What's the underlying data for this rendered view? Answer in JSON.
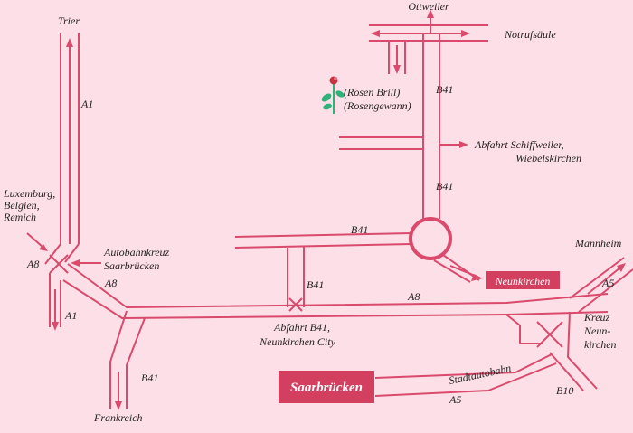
{
  "colors": {
    "background": "#fddfe8",
    "road": "#d94a6c",
    "city_box": "#d23f5f",
    "city_text": "#ffffff",
    "text": "#222222",
    "rose": "#c8323f",
    "leaf": "#2fb27a"
  },
  "places": {
    "ottweiler": "Ottweiler",
    "notrufsaeule": "Notrufsäule",
    "trier": "Trier",
    "rosen_brill_1": "(Rosen Brill)",
    "rosen_brill_2": "(Rosengewann)",
    "abfahrt_schiff_1": "Abfahrt Schiffweiler,",
    "abfahrt_schiff_2": "Wiebelskirchen",
    "luxemburg_1": "Luxemburg,",
    "luxemburg_2": "Belgien,",
    "luxemburg_3": "Remich",
    "autobahnkreuz_1": "Autobahnkreuz",
    "autobahnkreuz_2": "Saarbrücken",
    "mannheim": "Mannheim",
    "neunkirchen": "Neunkirchen",
    "kreuz_1": "Kreuz",
    "kreuz_2": "Neun-",
    "kreuz_3": "kirchen",
    "abfahrt_b41_1": "Abfahrt B41,",
    "abfahrt_b41_2": "Neunkirchen City",
    "stadtautobahn": "Stadtautobahn",
    "saarbruecken": "Saarbrücken",
    "frankreich": "Frankreich"
  },
  "roads": {
    "a1_top": "A1",
    "a1_bottom": "A1",
    "a8_left": "A8",
    "a8_mid": "A8",
    "a8_right": "A8",
    "b41_top": "B41",
    "b41_mid": "B41",
    "b41_ring": "B41",
    "b41_down": "B41",
    "b41_south": "B41",
    "a5_top": "A5",
    "a5_bottom": "A5",
    "b10": "B10"
  }
}
